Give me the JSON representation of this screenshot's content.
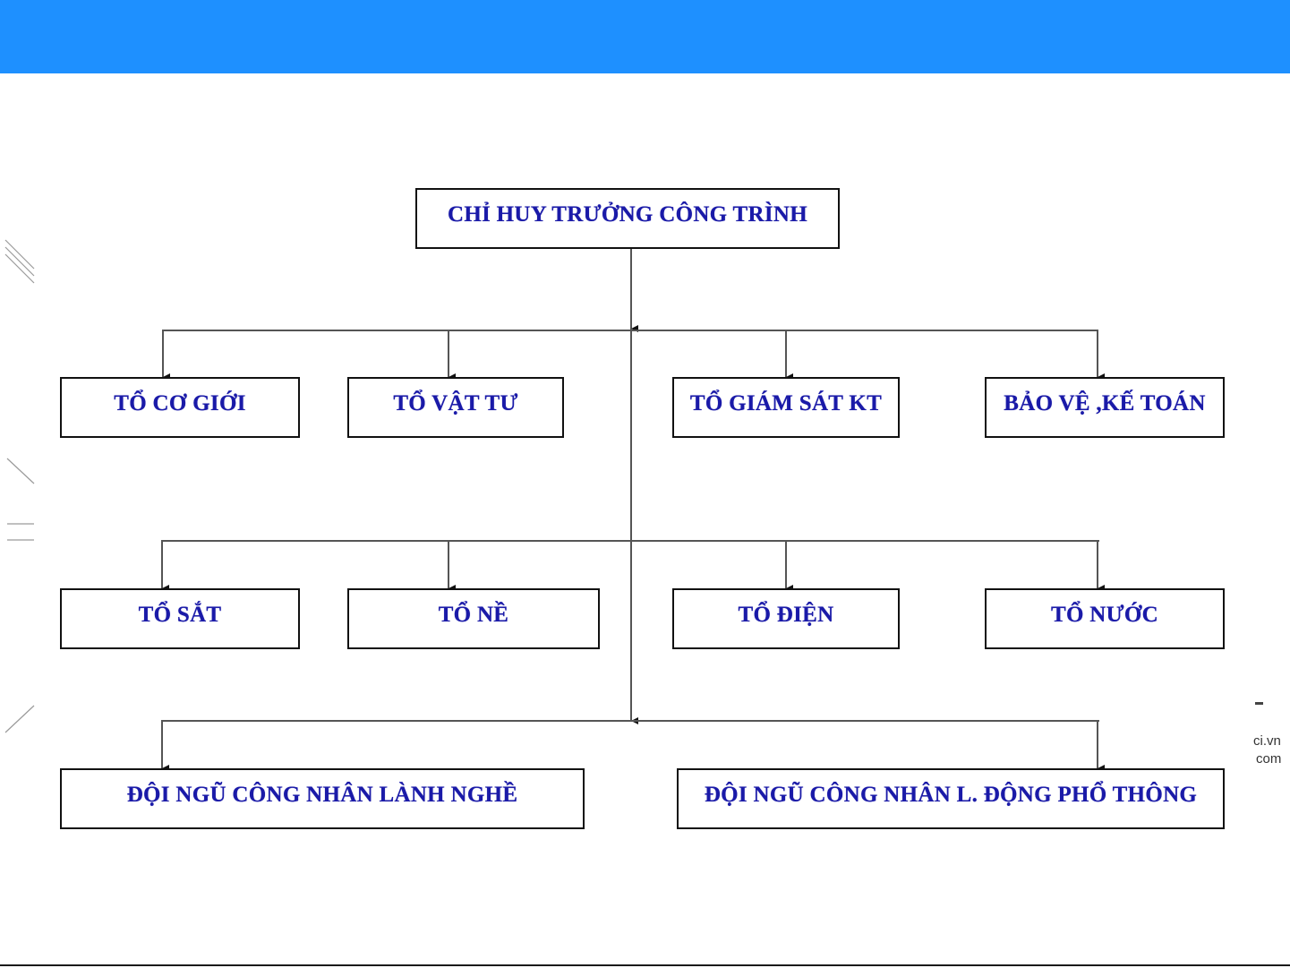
{
  "header": {
    "color": "#1e90ff"
  },
  "diagram": {
    "root": "CHỈ HUY TRƯỞNG CÔNG TRÌNH",
    "row1": [
      "TỔ CƠ GIỚI",
      "TỔ VẬT TƯ",
      "TỔ GIÁM SÁT KT",
      "BẢO VỆ ,KẾ TOÁN"
    ],
    "row2": [
      "TỔ SẮT",
      "TỔ NỀ",
      "TỔ ĐIỆN",
      "TỔ NƯỚC"
    ],
    "row3": [
      "ĐỘI NGŨ CÔNG NHÂN LÀNH NGHỀ",
      "ĐỘI NGŨ CÔNG NHÂN L. ĐỘNG PHỔ THÔNG"
    ],
    "text_color": "#1a1aa8"
  },
  "edge_fragments": {
    "line1": "ci.vn",
    "line2": "com"
  }
}
